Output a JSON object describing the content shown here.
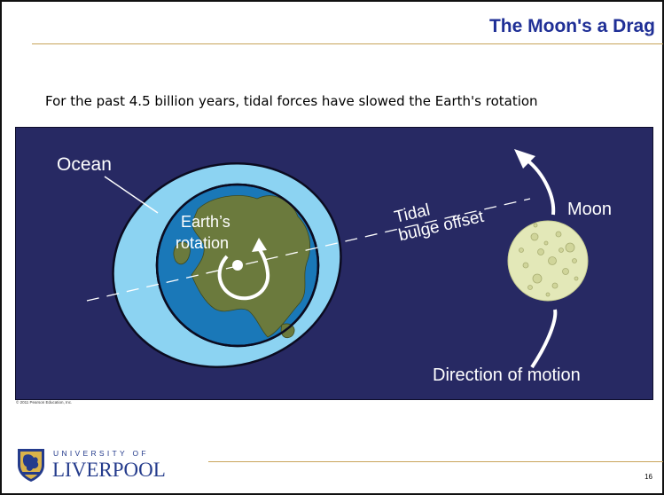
{
  "slide": {
    "title": "The Moon's a Drag",
    "subtitle": "For the past 4.5 billion years, tidal forces have slowed the Earth's rotation",
    "page_number": "16"
  },
  "figure": {
    "labels": {
      "ocean": "Ocean",
      "earth_line1": "Earth’s",
      "earth_line2": "rotation",
      "tidal_line1": "Tidal",
      "tidal_line2": "bulge offset",
      "moon": "Moon",
      "direction": "Direction of motion"
    },
    "copyright": "© 2011 Pearson Education, Inc.",
    "colors": {
      "space": "#272963",
      "ocean": "#8cd3f2",
      "earth_ocean": "#1a78b8",
      "land": "#6b7a3d",
      "moon": "#e3e8b8"
    }
  },
  "logo": {
    "top_text": "UNIVERSITY OF",
    "name": "LIVERPOOL"
  }
}
